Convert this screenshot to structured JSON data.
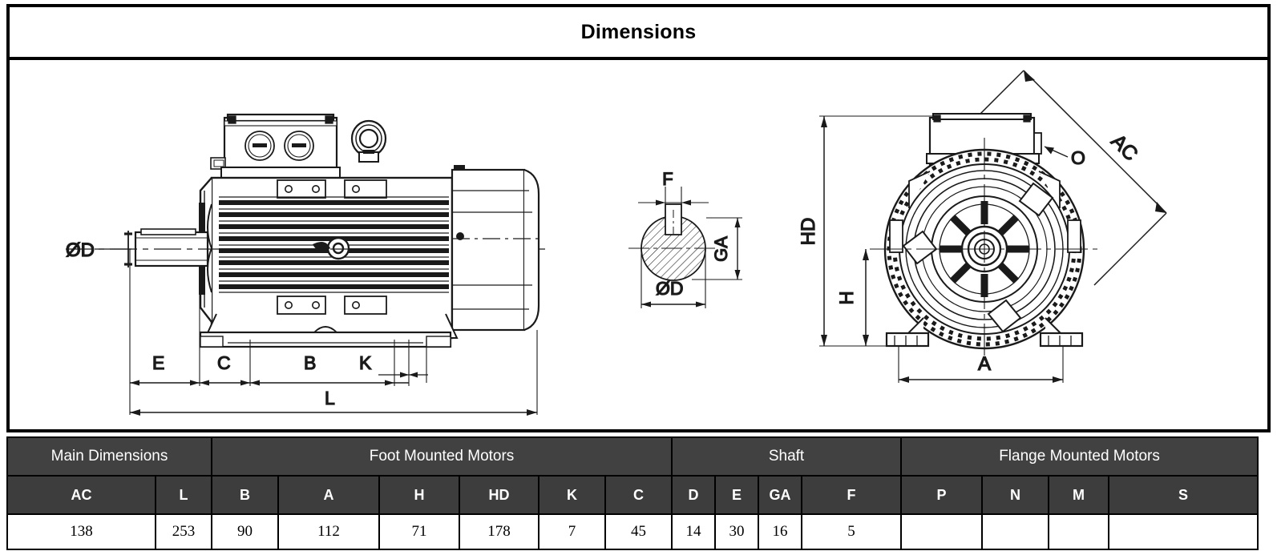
{
  "header": {
    "title": "Dimensions"
  },
  "drawing": {
    "side_view": {
      "labels": [
        "ØD",
        "E",
        "C",
        "B",
        "K",
        "L"
      ],
      "name": "motor-side-view"
    },
    "shaft_detail": {
      "labels": [
        "F",
        "GA",
        "ØD"
      ],
      "name": "shaft-cross-section"
    },
    "front_view": {
      "labels": [
        "HD",
        "H",
        "A",
        "AC",
        "O"
      ],
      "name": "motor-front-view"
    }
  },
  "table": {
    "groups": [
      {
        "label": "Main Dimensions",
        "span": 2
      },
      {
        "label": "Foot Mounted Motors",
        "span": 6
      },
      {
        "label": "Shaft",
        "span": 4
      },
      {
        "label": "Flange Mounted Motors",
        "span": 4
      }
    ],
    "columns": [
      "AC",
      "L",
      "B",
      "A",
      "H",
      "HD",
      "K",
      "C",
      "D",
      "E",
      "GA",
      "F",
      "P",
      "N",
      "M",
      "S"
    ],
    "rows": [
      [
        "138",
        "253",
        "90",
        "112",
        "71",
        "178",
        "7",
        "45",
        "14",
        "30",
        "16",
        "5",
        "",
        "",
        "",
        ""
      ]
    ]
  },
  "colors": {
    "header_gray": "#414141",
    "border_black": "#000000",
    "line_ink": "#1a1a1a",
    "page_white": "#ffffff"
  }
}
